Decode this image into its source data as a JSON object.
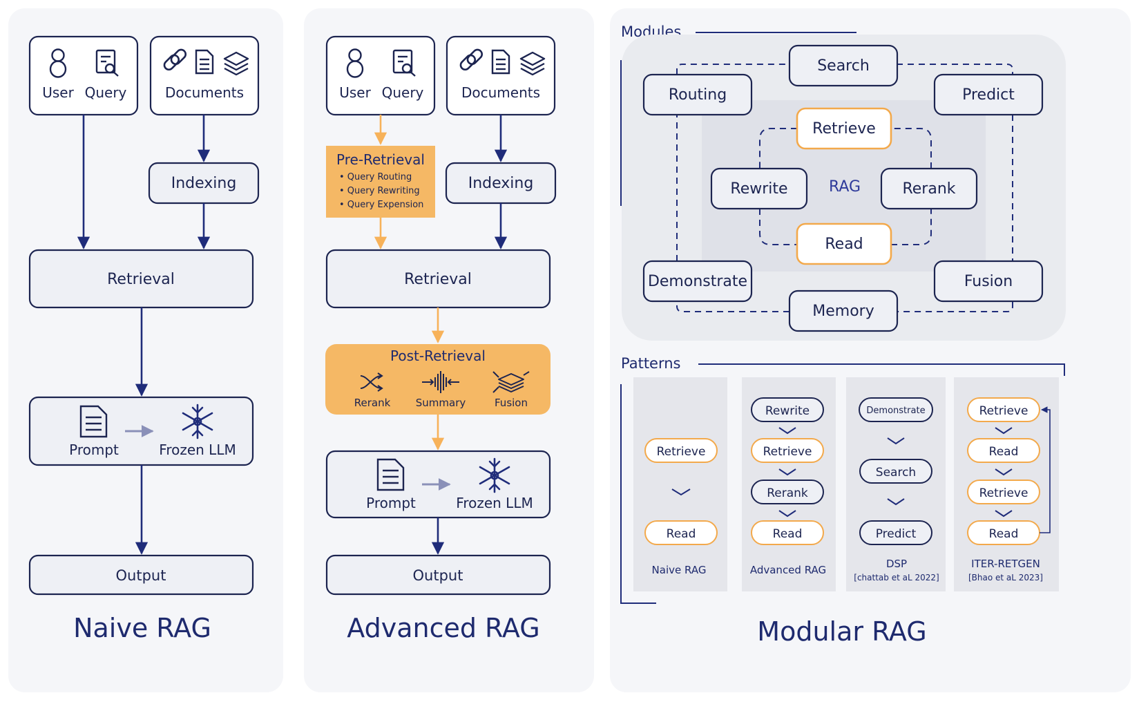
{
  "colors": {
    "navy": "#1f2c7a",
    "box_border": "#1c2450",
    "box_fill": "#eef0f5",
    "panel_bg": "#f5f6f9",
    "modules_bg": "#e9ebef",
    "inner_bg": "#dfe1e8",
    "orange": "#f5b865",
    "orange_border": "#f3a94b",
    "arrow_orange": "#f7b25a",
    "title_navy": "#1e2a6e",
    "pattern_col_bg": "#e5e6eb"
  },
  "naive": {
    "title": "Naive RAG",
    "user_label": "User",
    "query_label": "Query",
    "documents_label": "Documents",
    "indexing_label": "Indexing",
    "retrieval_label": "Retrieval",
    "prompt_label": "Prompt",
    "frozen_llm_label": "Frozen LLM",
    "output_label": "Output"
  },
  "advanced": {
    "title": "Advanced RAG",
    "user_label": "User",
    "query_label": "Query",
    "documents_label": "Documents",
    "indexing_label": "Indexing",
    "pre_retrieval": {
      "title": "Pre-Retrieval",
      "items": [
        "• Query Routing",
        "• Query Rewriting",
        "• Query Expension"
      ]
    },
    "retrieval_label": "Retrieval",
    "post_retrieval": {
      "title": "Post-Retrieval",
      "items": [
        "Rerank",
        "Summary",
        "Fusion"
      ]
    },
    "prompt_label": "Prompt",
    "frozen_llm_label": "Frozen LLM",
    "output_label": "Output"
  },
  "modular": {
    "title": "Modular RAG",
    "modules_label": "Modules",
    "outer_modules": {
      "search": "Search",
      "routing": "Routing",
      "predict": "Predict",
      "demonstrate": "Demonstrate",
      "fusion": "Fusion",
      "memory": "Memory"
    },
    "inner_modules": {
      "retrieve": "Retrieve",
      "rewrite": "Rewrite",
      "rerank": "Rerank",
      "read": "Read",
      "center": "RAG"
    },
    "patterns_label": "Patterns",
    "patterns": [
      {
        "steps": [
          "Retrieve",
          "Read"
        ],
        "caption": "Naive RAG",
        "sub": ""
      },
      {
        "steps": [
          "Rewrite",
          "Retrieve",
          "Rerank",
          "Read"
        ],
        "caption": "Advanced RAG",
        "sub": ""
      },
      {
        "steps": [
          "Demonstrate",
          "Search",
          "Predict"
        ],
        "caption": "DSP",
        "sub": "[chattab et aL 2022]"
      },
      {
        "steps": [
          "Retrieve",
          "Read",
          "Retrieve",
          "Read"
        ],
        "caption": "ITER-RETGEN",
        "sub": "[Bhao et aL 2023]"
      }
    ]
  }
}
